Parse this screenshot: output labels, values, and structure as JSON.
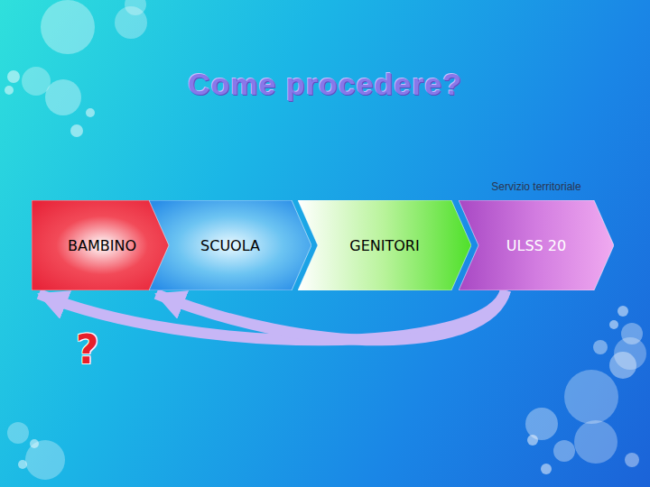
{
  "diagram": {
    "title": "Come procedere?",
    "nodes": [
      {
        "text": [
          "BAMBINO"
        ]
      },
      {
        "text": [
          "SCUOLA"
        ]
      },
      {
        "text": [
          "GENITORI"
        ]
      },
      {
        "text": [
          "Servizio territoriale",
          "ULSS 20"
        ]
      }
    ],
    "edges": [
      {
        "from": 3,
        "to": 0,
        "arrow": "to"
      },
      {
        "from": 3,
        "to": 1,
        "arrow": "to"
      }
    ],
    "labels": [
      "?"
    ]
  }
}
